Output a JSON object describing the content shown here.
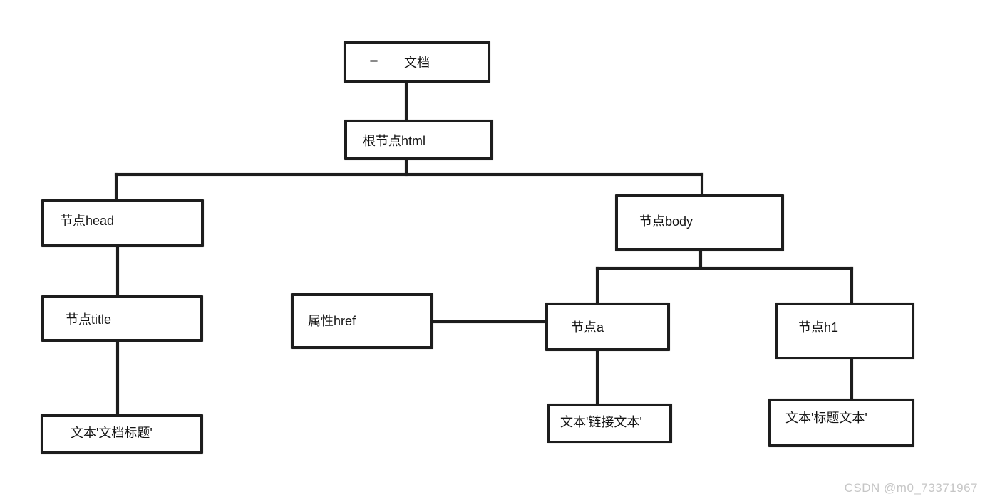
{
  "diagram": {
    "type": "tree",
    "description": "DOM document tree diagram",
    "nodes": {
      "document": {
        "label": "文档"
      },
      "root_html": {
        "label": "根节点html"
      },
      "node_head": {
        "label": "节点head"
      },
      "node_title": {
        "label": "节点title"
      },
      "text_doc_title": {
        "label": "文本'文档标题'"
      },
      "node_body": {
        "label": "节点body"
      },
      "attr_href": {
        "label": "属性href"
      },
      "node_a": {
        "label": "节点a"
      },
      "node_h1": {
        "label": "节点h1"
      },
      "text_link": {
        "label": "文本'链接文本'"
      },
      "text_heading": {
        "label": "文本'标题文本'"
      }
    },
    "edges": [
      {
        "from": "文档",
        "to": "根节点html"
      },
      {
        "from": "根节点html",
        "to": "节点head"
      },
      {
        "from": "根节点html",
        "to": "节点body"
      },
      {
        "from": "节点head",
        "to": "节点title"
      },
      {
        "from": "节点title",
        "to": "文本'文档标题'"
      },
      {
        "from": "属性href",
        "to": "节点a",
        "style": "horizontal"
      },
      {
        "from": "节点body",
        "to": "节点a"
      },
      {
        "from": "节点body",
        "to": "节点h1"
      },
      {
        "from": "节点a",
        "to": "文本'链接文本'"
      },
      {
        "from": "节点h1",
        "to": "文本'标题文本'"
      }
    ],
    "colors": {
      "line": "#1d1d1d",
      "box_border": "#1d1d1d",
      "box_background": "#ffffff",
      "page_background": "#ffffff",
      "watermark": "#c6c6c6"
    }
  },
  "watermark": {
    "text": "CSDN @m0_73371967"
  }
}
